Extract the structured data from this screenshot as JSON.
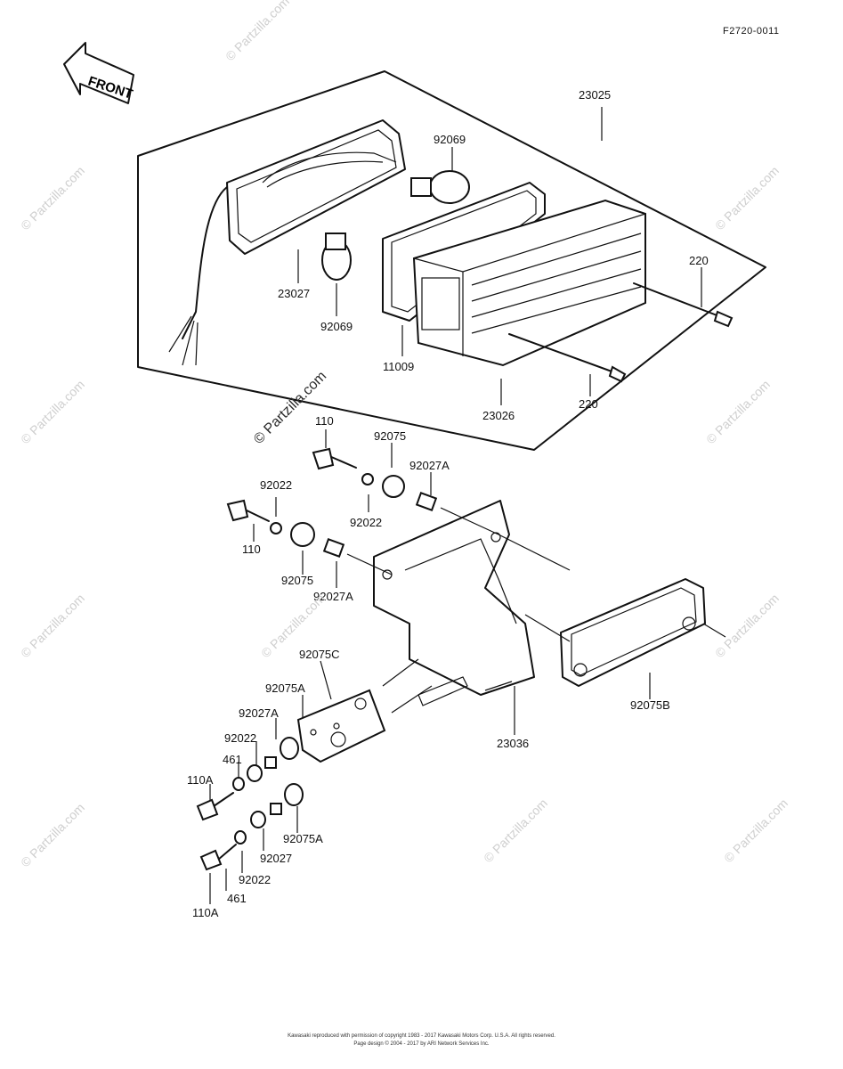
{
  "diagram_code": "F2720-0011",
  "front_label": "FRONT",
  "parts": {
    "p23025": "23025",
    "p92069_top": "92069",
    "p23027": "23027",
    "p92069_bottom": "92069",
    "p220_top": "220",
    "p11009": "11009",
    "p23026": "23026",
    "p220_bottom": "220",
    "p110_top": "110",
    "p92075_top": "92075",
    "p92027A_top": "92027A",
    "p92022_mid": "92022",
    "p92022_left": "92022",
    "p110_left": "110",
    "p92075_left": "92075",
    "p92027A_left": "92027A",
    "p92075C": "92075C",
    "p92075A_upper": "92075A",
    "p92027A_lower": "92027A",
    "p92022_lower": "92022",
    "p461_upper": "461",
    "p110A_upper": "110A",
    "p92075B": "92075B",
    "p23036": "23036",
    "p92075A_lower": "92075A",
    "p92027": "92027",
    "p92022_bottom": "92022",
    "p461_bottom": "461",
    "p110A_bottom": "110A"
  },
  "watermark": "© Partzilla.com",
  "footer": {
    "line1": "Kawasaki reproduced with permission of copyright 1983 - 2017 Kawasaki Motors Corp. U.S.A. All rights reserved.",
    "line2": "Page design © 2004 - 2017 by ARI Network Services Inc."
  }
}
